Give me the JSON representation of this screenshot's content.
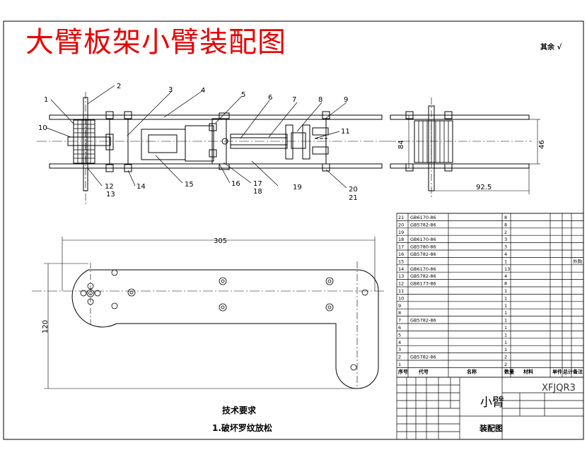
{
  "drawing": {
    "title": "大臂板架小臂装配图",
    "surface_roughness": "其余 √",
    "technical_requirements_title": "技术要求",
    "technical_requirements": [
      "1.破坏罗纹放松"
    ]
  },
  "dimensions": {
    "top_height": "84",
    "side_inner": "46",
    "side_width": "92.5",
    "plate_length": "305",
    "plate_height": "120"
  },
  "balloons": [
    "1",
    "2",
    "3",
    "4",
    "5",
    "6",
    "7",
    "8",
    "9",
    "10",
    "11",
    "12",
    "13",
    "14",
    "15",
    "16",
    "17",
    "18",
    "19",
    "20",
    "21"
  ],
  "title_block": {
    "name": "小臂",
    "subtitle": "装配图",
    "code": "XFJQR3"
  },
  "parts_list": {
    "headers": [
      "序号",
      "代号",
      "名称",
      "数量",
      "材料",
      "单件",
      "总计",
      "备注"
    ],
    "rows": [
      [
        "21",
        "GB6170-86",
        "",
        "8",
        "",
        "",
        ""
      ],
      [
        "20",
        "GB5782-86",
        "",
        "8",
        "",
        "",
        ""
      ],
      [
        "19",
        "",
        "",
        "2",
        "",
        "",
        ""
      ],
      [
        "18",
        "GB6170-86",
        "",
        "3",
        "",
        "",
        ""
      ],
      [
        "17",
        "GB5780-86",
        "",
        "3",
        "",
        "",
        ""
      ],
      [
        "16",
        "GB5782-86",
        "",
        "4",
        "",
        "",
        ""
      ],
      [
        "15",
        "",
        "",
        "1",
        "",
        "",
        "外购"
      ],
      [
        "14",
        "GB6170-86",
        "",
        "13",
        "",
        "",
        ""
      ],
      [
        "13",
        "GB5782-86",
        "",
        "4",
        "",
        "",
        ""
      ],
      [
        "12",
        "GB6173-86",
        "",
        "8",
        "",
        "",
        ""
      ],
      [
        "11",
        "",
        "",
        "1",
        "",
        "",
        ""
      ],
      [
        "10",
        "",
        "",
        "1",
        "",
        "",
        ""
      ],
      [
        "9",
        "",
        "",
        "1",
        "",
        "",
        ""
      ],
      [
        "8",
        "",
        "",
        "1",
        "",
        "",
        ""
      ],
      [
        "7",
        "GB5782-86",
        "",
        "1",
        "",
        "",
        ""
      ],
      [
        "6",
        "",
        "",
        "1",
        "",
        "",
        ""
      ],
      [
        "5",
        "",
        "",
        "1",
        "",
        "",
        ""
      ],
      [
        "4",
        "",
        "",
        "1",
        "",
        "",
        ""
      ],
      [
        "3",
        "",
        "",
        "1",
        "",
        "",
        ""
      ],
      [
        "2",
        "GB5782-86",
        "",
        "2",
        "",
        "",
        ""
      ],
      [
        "1",
        "",
        "",
        "2",
        "",
        "",
        ""
      ]
    ]
  }
}
